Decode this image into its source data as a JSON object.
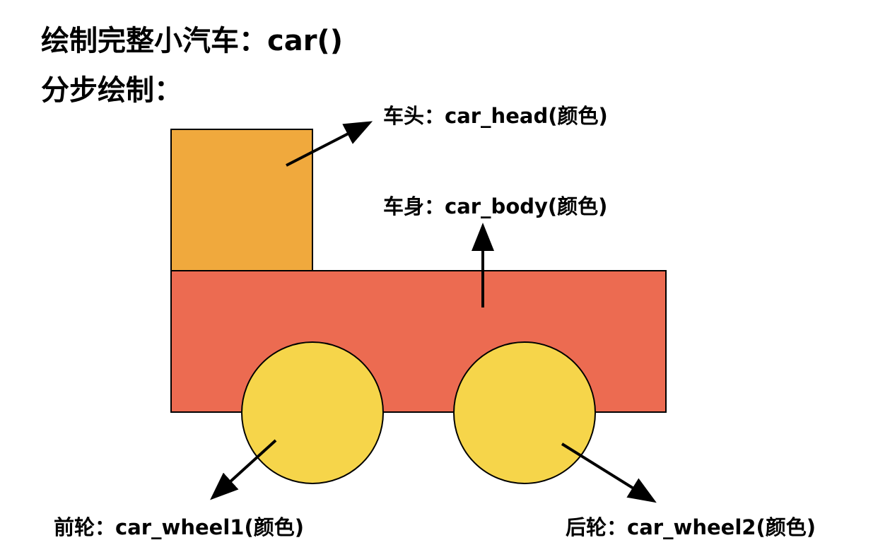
{
  "title": {
    "line1": "绘制完整小汽车：car()",
    "line2": "分步绘制："
  },
  "parts": {
    "head": {
      "label": "车头：car_head(颜色)",
      "color": "#F0A93D"
    },
    "body": {
      "label": "车身：car_body(颜色)",
      "color": "#EC6B51"
    },
    "wheel1": {
      "label": "前轮：car_wheel1(颜色)",
      "color": "#F6D54A"
    },
    "wheel2": {
      "label": "后轮：car_wheel2(颜色)",
      "color": "#F6D54A"
    }
  },
  "colors": {
    "outline": "#000000",
    "arrow": "#000000",
    "text": "#000000"
  }
}
